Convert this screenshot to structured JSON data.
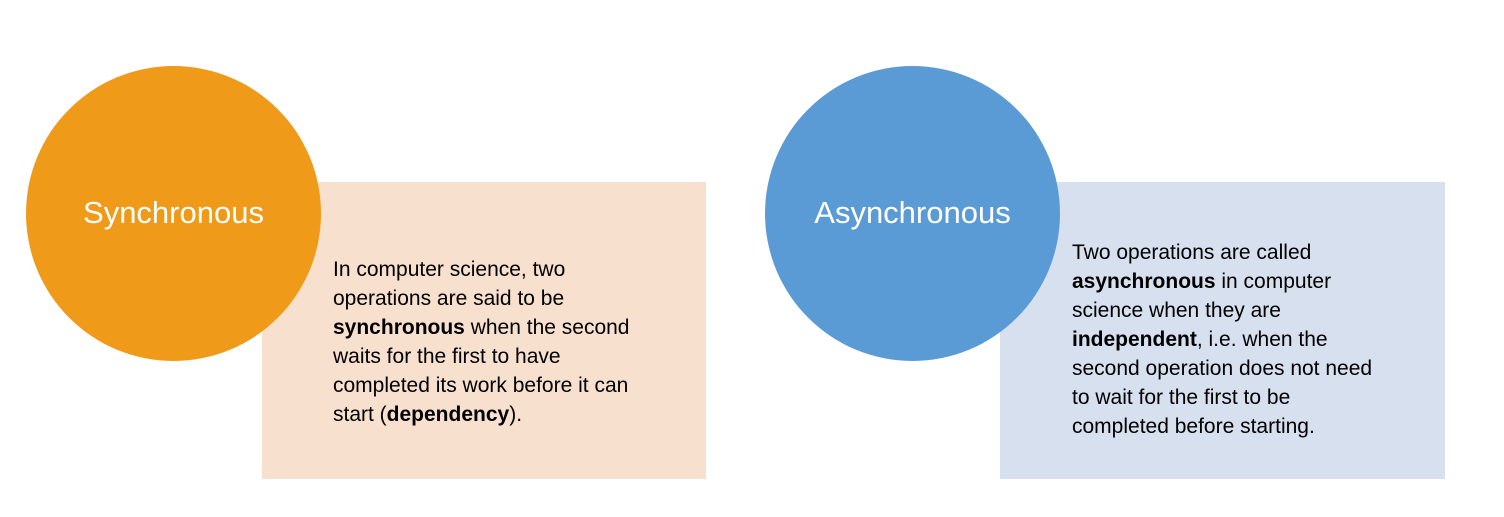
{
  "colors": {
    "sync_circle": "#F09A1A",
    "sync_box": "#F8E0CF",
    "async_circle": "#5B9BD5",
    "async_box": "#D6E0EF"
  },
  "synchronous": {
    "title": "Synchronous",
    "lines": [
      {
        "parts": [
          {
            "text": "In computer science, two",
            "bold": false
          }
        ]
      },
      {
        "parts": [
          {
            "text": "operations are said to be",
            "bold": false
          }
        ]
      },
      {
        "parts": [
          {
            "text": "synchronous",
            "bold": true
          },
          {
            "text": " when the second",
            "bold": false
          }
        ]
      },
      {
        "parts": [
          {
            "text": "waits for the first to have",
            "bold": false
          }
        ]
      },
      {
        "parts": [
          {
            "text": "completed its work before it can",
            "bold": false
          }
        ]
      },
      {
        "parts": [
          {
            "text": "start (",
            "bold": false
          },
          {
            "text": "dependency",
            "bold": true
          },
          {
            "text": ").",
            "bold": false
          }
        ]
      }
    ]
  },
  "asynchronous": {
    "title": "Asynchronous",
    "lines": [
      {
        "parts": [
          {
            "text": "Two operations are called",
            "bold": false
          }
        ]
      },
      {
        "parts": [
          {
            "text": "asynchronous",
            "bold": true
          },
          {
            "text": " in computer",
            "bold": false
          }
        ]
      },
      {
        "parts": [
          {
            "text": "science when they are",
            "bold": false
          }
        ]
      },
      {
        "parts": [
          {
            "text": "independent",
            "bold": true
          },
          {
            "text": ", i.e. when the",
            "bold": false
          }
        ]
      },
      {
        "parts": [
          {
            "text": "second operation does not need",
            "bold": false
          }
        ]
      },
      {
        "parts": [
          {
            "text": "to wait for the first to be",
            "bold": false
          }
        ]
      },
      {
        "parts": [
          {
            "text": "completed before starting.",
            "bold": false
          }
        ]
      }
    ]
  }
}
